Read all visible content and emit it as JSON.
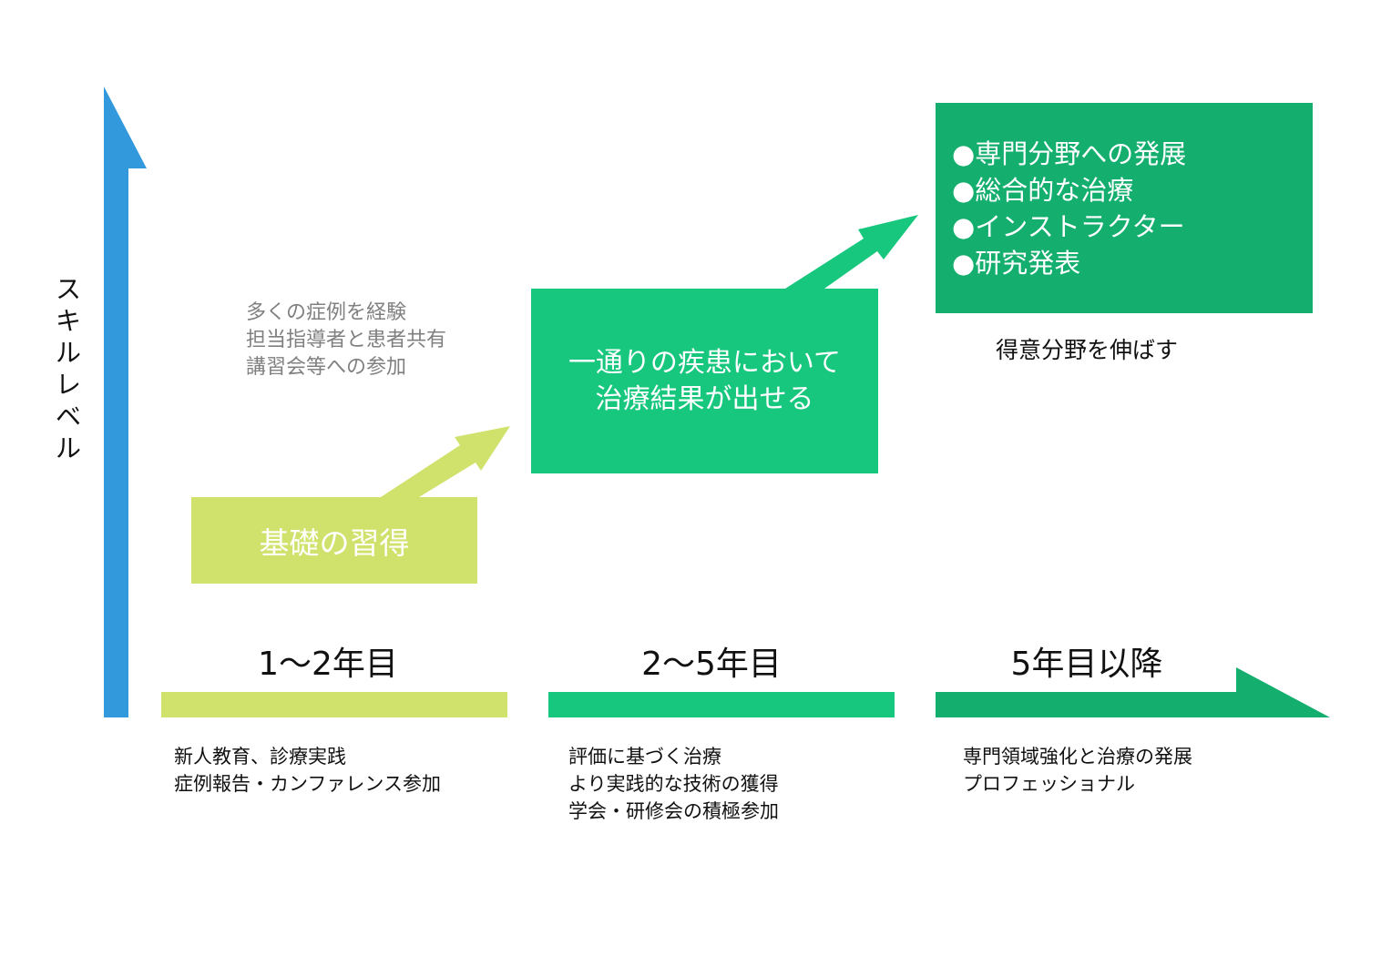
{
  "y_axis_label": "スキルレベル",
  "colors": {
    "axis": "#3399DD",
    "phase1": "#D0E26C",
    "phase2": "#17C77E",
    "phase3": "#14AE6E"
  },
  "stage1": {
    "box_label": "基礎の習得",
    "notes": [
      "多くの症例を経験",
      "担当指導者と患者共有",
      "講習会等への参加"
    ]
  },
  "stage2": {
    "box_lines": [
      "一通りの疾患において",
      "治療結果が出せる"
    ]
  },
  "stage3": {
    "bullets": [
      "●専門分野への発展",
      "●総合的な治療",
      "●インストラクター",
      "●研究発表"
    ],
    "caption": "得意分野を伸ばす"
  },
  "phases": [
    {
      "label": "1～2年目",
      "desc": [
        "新人教育、診療実践",
        "症例報告・カンファレンス参加"
      ]
    },
    {
      "label": "2～5年目",
      "desc": [
        "評価に基づく治療",
        "より実践的な技術の獲得",
        "学会・研修会の積極参加"
      ]
    },
    {
      "label": "5年目以降",
      "desc": [
        "専門領域強化と治療の発展",
        "プロフェッショナル"
      ]
    }
  ]
}
